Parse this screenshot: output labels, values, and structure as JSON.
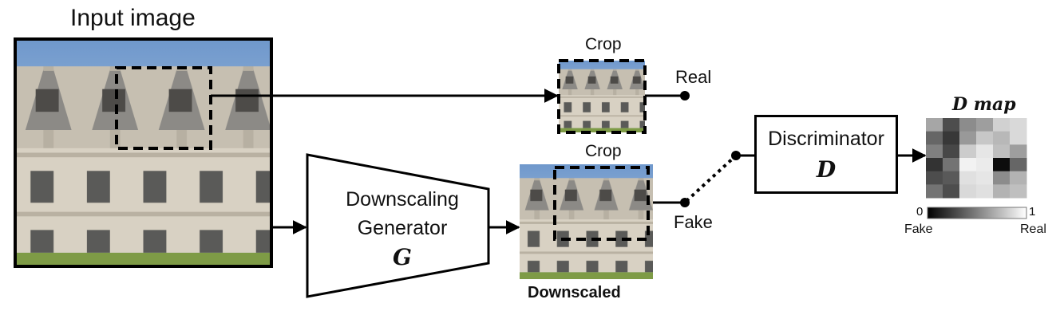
{
  "input": {
    "title": "Input image"
  },
  "crop_top": {
    "label": "Crop"
  },
  "crop_bottom": {
    "label": "Crop"
  },
  "outputs": {
    "real": "Real",
    "fake": "Fake"
  },
  "generator": {
    "line1": "Downscaling",
    "line2": "Generator",
    "symbol": "G"
  },
  "discriminator": {
    "line1": "Discriminator",
    "symbol": "D"
  },
  "downscaled": {
    "label": "Downscaled"
  },
  "dmap": {
    "title": "D map",
    "colorbar": {
      "min": "0",
      "max": "1",
      "min_label": "Fake",
      "max_label": "Real"
    },
    "grid": [
      [
        0.65,
        0.3,
        0.55,
        0.62,
        0.82,
        0.85
      ],
      [
        0.4,
        0.22,
        0.6,
        0.78,
        0.72,
        0.85
      ],
      [
        0.5,
        0.28,
        0.8,
        0.9,
        0.75,
        0.62
      ],
      [
        0.2,
        0.45,
        0.95,
        0.92,
        0.05,
        0.4
      ],
      [
        0.3,
        0.35,
        0.88,
        0.9,
        0.55,
        0.7
      ],
      [
        0.45,
        0.3,
        0.85,
        0.88,
        0.7,
        0.75
      ]
    ]
  },
  "colors": {
    "stroke": "#000000",
    "sky": "#8fb0d4",
    "stone": "#cfc7b8",
    "grass": "#7e9b46"
  }
}
